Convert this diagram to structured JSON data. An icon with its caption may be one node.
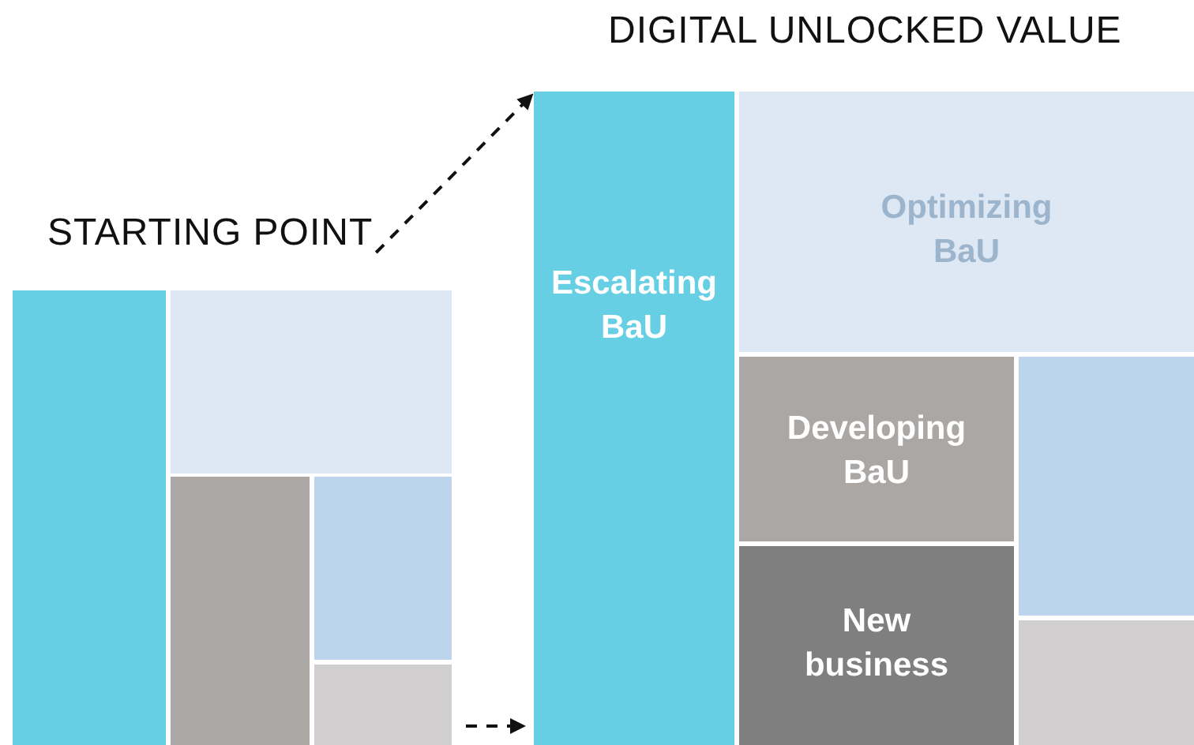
{
  "diagram": {
    "nodes": [
      {
        "text": [
          "STARTING POINT"
        ]
      },
      {
        "text": [],
        "shape": "box"
      },
      {
        "text": [],
        "shape": "box"
      },
      {
        "text": [],
        "shape": "box"
      },
      {
        "text": [],
        "shape": "box"
      },
      {
        "text": [],
        "shape": "box"
      },
      {
        "text": [
          "DIGITAL UNLOCKED VALUE"
        ]
      },
      {
        "text": [
          "Escalating BaU"
        ]
      },
      {
        "text": [
          "Optimizing BaU"
        ]
      },
      {
        "text": [
          "Developing BaU"
        ]
      },
      {
        "text": [
          "New business"
        ]
      },
      {
        "text": [],
        "shape": "box"
      },
      {
        "text": [],
        "shape": "box"
      }
    ],
    "edges": [
      {
        "from": 0,
        "to": 7,
        "arrow": "to",
        "style": "dashed"
      },
      {
        "from": 5,
        "to": 7,
        "arrow": "to",
        "style": "dashed"
      }
    ]
  }
}
